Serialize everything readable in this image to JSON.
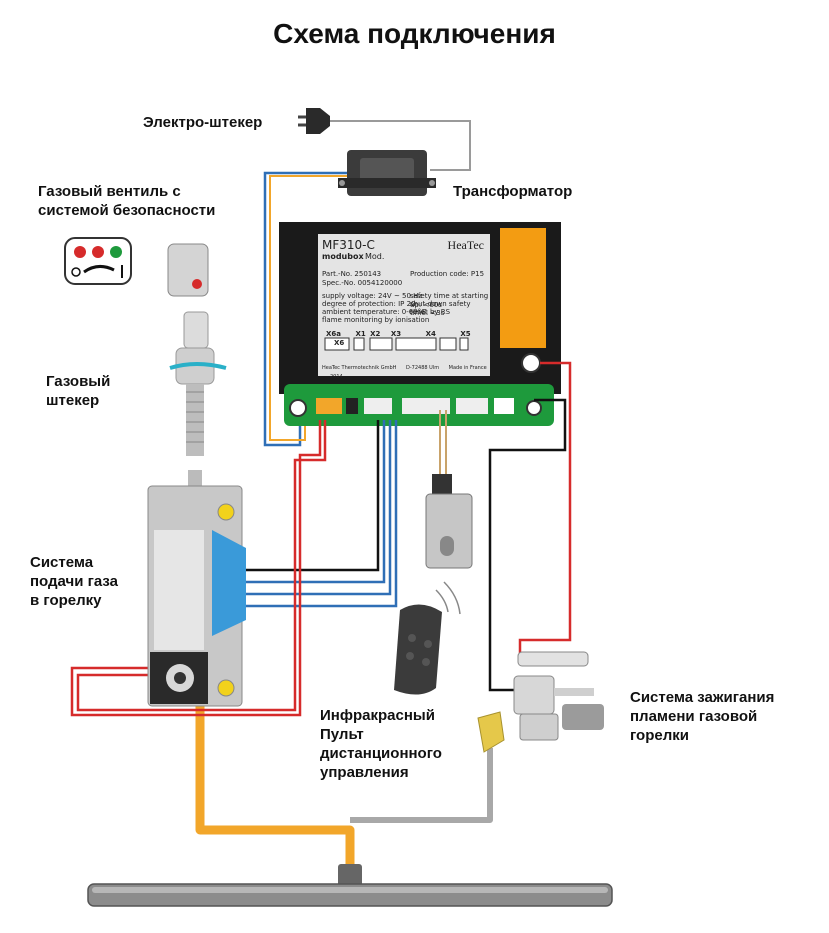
{
  "title": "Схема подключения",
  "labels": {
    "power_plug": "Электро-штекер",
    "transformer": "Трансформатор",
    "gas_valve": "Газовый вентиль с\nсистемой безопасности",
    "gas_plug": "Газовый\nштекер",
    "gas_supply": "Система\nподачи газа\nв горелку",
    "remote": "Инфракрасный\nПульт\nдистанционного\nуправления",
    "ignition": "Система зажигания\nпламени газовой\nгорелки"
  },
  "control_unit": {
    "model": "MF310-C",
    "brand": "HeaTec",
    "series": "modubox",
    "mod": "Mod.",
    "part_no": "Part.-No. 250143",
    "spec_no": "Spec.-No. 0054120000",
    "production_code": "Production code: P15",
    "supply_voltage": "supply voltage: 24V ~ 50 Hz",
    "degree_protection": "degree of protection: IP 20",
    "ambient_temp": "ambient temperature: 0-60°C",
    "flame_monitoring": "flame monitoring by ionisation",
    "safety_start": "safety time at starting up: <60s",
    "safety_shutdown": "shut-down safety time: <3s",
    "reset": "reset by RS",
    "terminals": [
      "X6a",
      "X1",
      "X2",
      "X3",
      "X4",
      "X5",
      "X6"
    ],
    "footer": [
      "HeaTec Thermotechnik GmbH",
      "D-72488 Ulm",
      "Made in France",
      "2014"
    ]
  },
  "colors": {
    "red_wire": "#d62b2b",
    "blue_wire": "#2f6fb6",
    "black_wire": "#111111",
    "gas_pipe": "#f2a62a",
    "grey_pipe": "#a8a8a8",
    "pcb_green": "#1e9a3c",
    "warning_orange": "#f39c12"
  }
}
